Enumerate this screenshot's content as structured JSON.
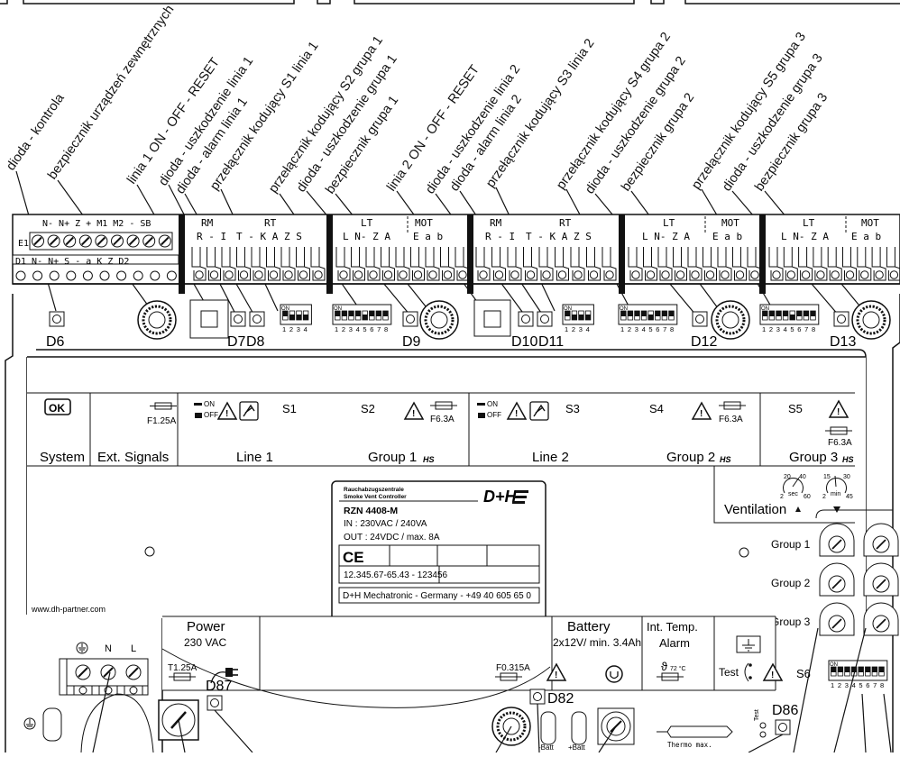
{
  "callouts": [
    "dioda - kontrola",
    "bezpiecznik urządzeń zewnętrznych",
    "linia 1 ON - OFF - RESET",
    "dioda - uszkodzenie linia 1",
    "dioda - alarm linia 1",
    "przełącznik kodujący S1 linia 1",
    "przełącznik kodujący S2 grupa 1",
    "dioda - uszkodzenie grupa 1",
    "bezpiecznik grupa 1",
    "linia 2 ON - OFF - RESET",
    "dioda - uszkodzenie linia 2",
    "dioda - alarm linia 2",
    "przełącznik kodujący S3 linia 2",
    "przełącznik kodujący S4 grupa 2",
    "dioda - uszkodzenie grupa 2",
    "bezpiecznik grupa 2",
    "przełącznik kodujący S5 grupa 3",
    "dioda - uszkodzenie grupa 3",
    "bezpiecznik grupa 3"
  ],
  "terminals": {
    "e1_label": "E1",
    "e1_top": "N- N+ Z + M1 M2 - SB",
    "e1_bottom": "D1 N- N+ S - a K Z D2",
    "rm1": "RM",
    "rm1_pins": "R - I",
    "rt1": "RT",
    "rt1_pins": "T - K A Z S",
    "lt1": "LT",
    "lt1_pins": "L N- Z A",
    "mot1": "MOT",
    "mot1_pins": "E a b",
    "rm2": "RM",
    "rm2_pins": "R - I",
    "rt2": "RT",
    "rt2_pins": "T - K A Z S",
    "lt2": "LT",
    "lt2_pins": "L N- Z A",
    "mot2": "MOT",
    "mot2_pins": "E a b",
    "lt3": "LT",
    "lt3_pins": "L N- Z A",
    "mot3": "MOT",
    "mot3_pins": "E a b"
  },
  "leds": {
    "d6": "D6",
    "d7": "D7",
    "d8": "D8",
    "d9": "D9",
    "d10": "D10",
    "d11": "D11",
    "d12": "D12",
    "d13": "D13",
    "d82": "D82",
    "d86": "D86",
    "d87": "D87"
  },
  "dip": {
    "on": "ON",
    "four": "1 2 3 4",
    "eight": "1 2 3 4 5 6 7 8"
  },
  "panel": {
    "ok": "OK",
    "fuse_ext": "F1.25A",
    "on": "ON",
    "off": "OFF",
    "s1": "S1",
    "s2": "S2",
    "fuse_g1": "F6.3A",
    "s3": "S3",
    "s4": "S4",
    "fuse_g2": "F6.3A",
    "s5": "S5",
    "fuse_g3": "F6.3A",
    "system": "System",
    "ext_signals": "Ext. Signals",
    "line1": "Line 1",
    "group1": "Group 1",
    "line2": "Line 2",
    "group2": "Group 2",
    "group3": "Group 3",
    "hs": "HS"
  },
  "ventilation": {
    "label": "Ventilation",
    "sec_label": "sec",
    "min_label": "min",
    "sec_nums": [
      "20",
      "40",
      "2",
      "60"
    ],
    "min_nums": [
      "15",
      "30",
      "2",
      "45"
    ]
  },
  "nameplate": {
    "line1": "Rauchabzugszentrale",
    "line2": "Smoke Vent Controller",
    "brand": "D+H",
    "model": "RZN 4408-M",
    "in": "IN : 230VAC / 240VA",
    "out": "OUT : 24VDC / max. 8A",
    "ce": "CE",
    "serial": "12.345.67-65.43 - 123456",
    "maker": "D+H Mechatronic - Germany - +49 40 605 65 0"
  },
  "website": "www.dh-partner.com",
  "groups_right": [
    "Group 1",
    "Group 2",
    "Group 3"
  ],
  "power": {
    "title": "Power",
    "voltage": "230 VAC",
    "fuse": "T1.25A",
    "n": "N",
    "l": "L"
  },
  "battery": {
    "title": "Battery",
    "spec": "2x12V/ min. 3.4Ah",
    "fuse": "F0.315A",
    "minus": "-Batt",
    "plus": "+Batt"
  },
  "temp": {
    "title1": "Int. Temp.",
    "title2": "Alarm",
    "value": "72 °C",
    "thermo": "Thermo max."
  },
  "test": {
    "label": "Test",
    "s6": "S6",
    "tag": "Test"
  }
}
